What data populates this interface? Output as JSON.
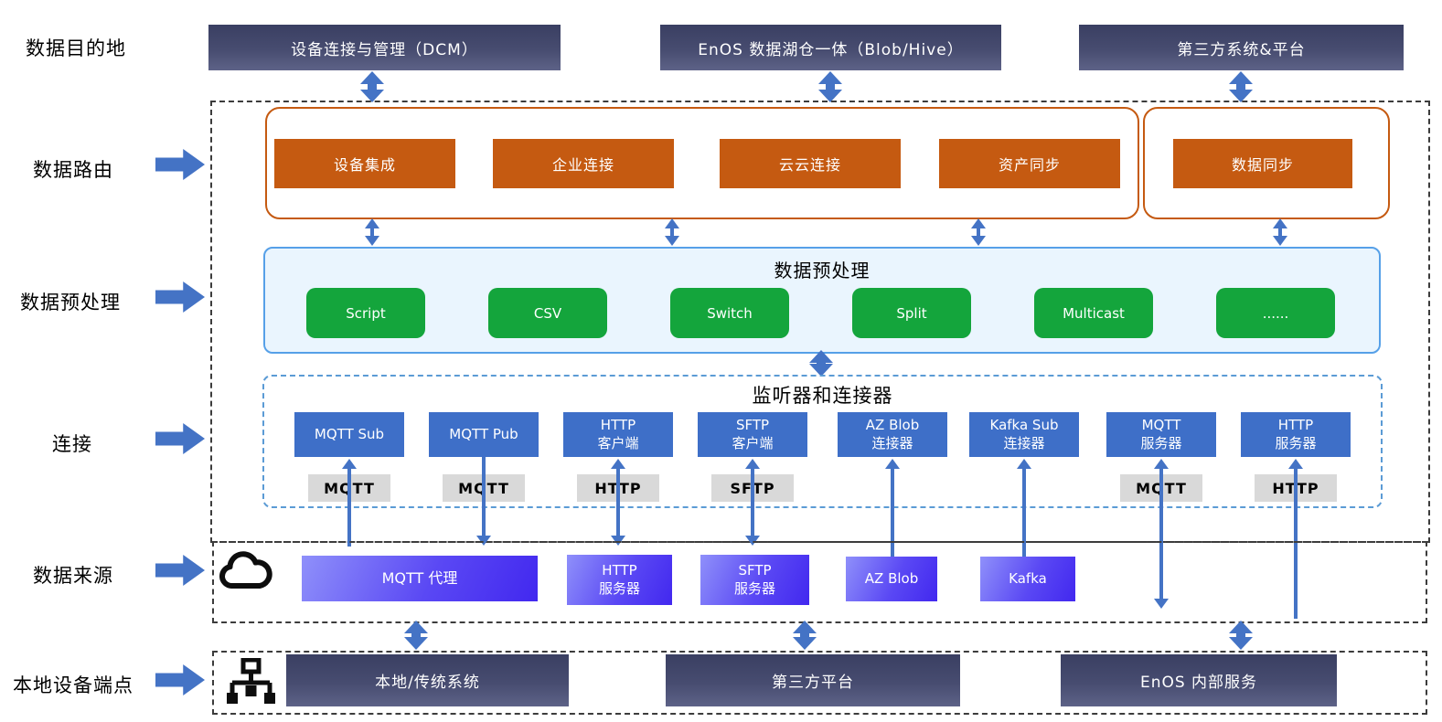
{
  "row_labels": [
    "数据目的地",
    "数据路由",
    "数据预处理",
    "连接",
    "数据来源",
    "本地设备端点"
  ],
  "destinations": [
    "设备连接与管理（DCM）",
    "EnOS 数据湖仓一体（Blob/Hive）",
    "第三方系统&平台"
  ],
  "routing": {
    "boxes": [
      "设备集成",
      "企业连接",
      "云云连接",
      "资产同步",
      "数据同步"
    ]
  },
  "preprocessing": {
    "title": "数据预处理",
    "boxes": [
      "Script",
      "CSV",
      "Switch",
      "Split",
      "Multicast",
      "......"
    ]
  },
  "connectors": {
    "title": "监听器和连接器",
    "boxes": [
      "MQTT Sub",
      "MQTT Pub",
      "HTTP\n客户端",
      "SFTP\n客户端",
      "AZ Blob\n连接器",
      "Kafka Sub\n连接器",
      "MQTT\n服务器",
      "HTTP\n服务器"
    ],
    "protocols": [
      "MQTT",
      "MQTT",
      "HTTP",
      "SFTP",
      "MQTT",
      "HTTP"
    ]
  },
  "sources": {
    "boxes": [
      "MQTT 代理",
      "HTTP\n服务器",
      "SFTP\n服务器",
      "AZ Blob",
      "Kafka"
    ]
  },
  "endpoints": {
    "boxes": [
      "本地/传统系统",
      "第三方平台",
      "EnOS 内部服务"
    ]
  },
  "icons": {
    "cloud": "cloud-icon",
    "network": "network-tree-icon"
  },
  "colors": {
    "arrow_blue": "#4473C5",
    "routing_orange": "#C55A11",
    "preprocess_green": "#14A53C",
    "preprocess_fill": "#EAF5FE",
    "container_blue_border": "#5B9BD5",
    "connector_blue": "#3E6FC8",
    "protocol_tag_gray": "#D9D9D9",
    "slate_box": "#474C70",
    "source_purple_start": "#8F90FA",
    "source_purple_end": "#4228EF"
  }
}
